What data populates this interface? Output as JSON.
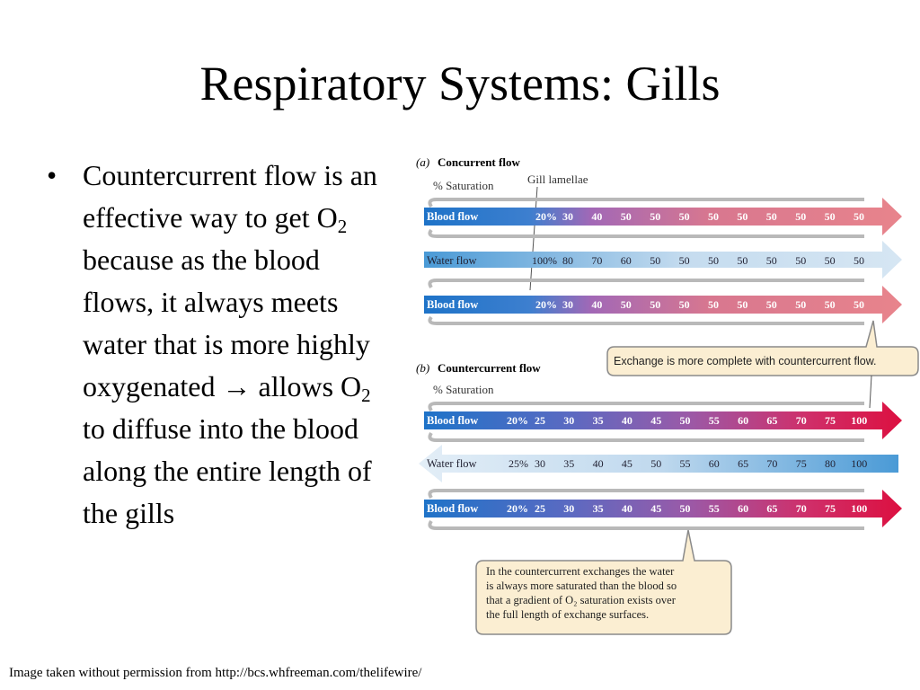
{
  "slide": {
    "title": "Respiratory Systems:  Gills",
    "bullet": {
      "symbol": "•",
      "part1": "Countercurrent flow is an effective way to get O",
      "sub1": "2",
      "part2": " because as the blood flows, it always meets water that is more highly oxygenated ",
      "arrow": "→",
      "part3": " allows O",
      "sub2": "2",
      "part4": " to diffuse into the blood along the entire length of the gills"
    },
    "credit": "Image taken without permission from http://bcs.whfreeman.com/thelifewire/"
  },
  "figure": {
    "panel_a": {
      "letter": "(a)",
      "heading": "Concurrent flow",
      "saturation_label": "% Saturation",
      "lamellae_label": "Gill lamellae",
      "rows": [
        {
          "label": "Blood flow",
          "start": "20%",
          "values": [
            "30",
            "40",
            "50",
            "50",
            "50",
            "50",
            "50",
            "50",
            "50",
            "50",
            "50"
          ],
          "direction": "right"
        },
        {
          "label": "Water flow",
          "start": "100%",
          "values": [
            "80",
            "70",
            "60",
            "50",
            "50",
            "50",
            "50",
            "50",
            "50",
            "50",
            "50"
          ],
          "direction": "right"
        },
        {
          "label": "Blood flow",
          "start": "20%",
          "values": [
            "30",
            "40",
            "50",
            "50",
            "50",
            "50",
            "50",
            "50",
            "50",
            "50",
            "50"
          ],
          "direction": "right"
        }
      ],
      "callout": "Exchange is more complete with countercurrent flow."
    },
    "panel_b": {
      "letter": "(b)",
      "heading": "Countercurrent flow",
      "saturation_label": "% Saturation",
      "rows": [
        {
          "label": "Blood flow",
          "start": "20%",
          "values": [
            "25",
            "30",
            "35",
            "40",
            "45",
            "50",
            "55",
            "60",
            "65",
            "70",
            "75",
            "100"
          ],
          "direction": "right"
        },
        {
          "label": "Water flow",
          "start": "25%",
          "values": [
            "30",
            "35",
            "40",
            "45",
            "50",
            "55",
            "60",
            "65",
            "70",
            "75",
            "80",
            "100"
          ],
          "direction": "left"
        },
        {
          "label": "Blood flow",
          "start": "20%",
          "values": [
            "25",
            "30",
            "35",
            "40",
            "45",
            "50",
            "55",
            "60",
            "65",
            "70",
            "75",
            "100"
          ],
          "direction": "right"
        }
      ],
      "callout_lines": [
        "In the countercurrent exchanges the water",
        "is always more saturated than the blood so",
        "that a gradient of O₂ saturation exists over",
        "the full length of exchange surfaces."
      ]
    },
    "colors": {
      "blood_start": "#1e73c8",
      "blood_mid": "#a268b6",
      "blood_concurrent_end": "#e8848c",
      "blood_counter_end": "#dc1040",
      "water_dark": "#4a9ad6",
      "water_light": "#d6e6f3",
      "callout_fill": "#fbeed2",
      "callout_stroke": "#8a8a8a"
    }
  }
}
